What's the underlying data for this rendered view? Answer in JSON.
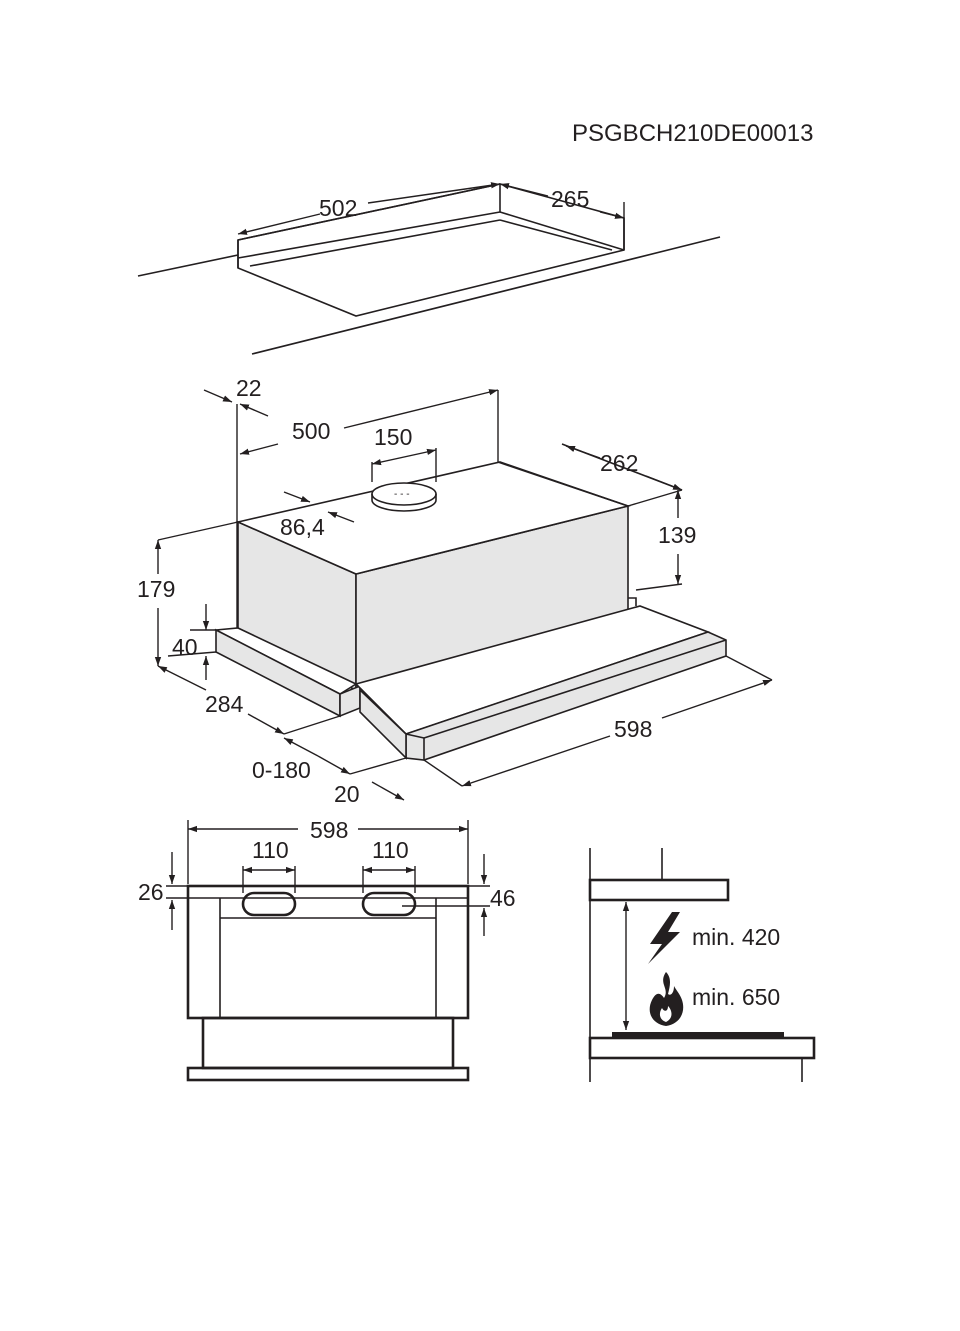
{
  "doc_code": "PSGBCH210DE00013",
  "cutout": {
    "width": "502",
    "depth": "265"
  },
  "hood_iso": {
    "top_width": "500",
    "duct_diameter": "150",
    "rear_offset": "22",
    "duct_offset": "86,4",
    "body_depth": "262",
    "body_height": "139",
    "total_height": "179",
    "tray_height": "40",
    "tray_depth": "284",
    "extension": "0-180",
    "front_lip": "20",
    "total_width": "598"
  },
  "front_view": {
    "width": "598",
    "slot_left": "110",
    "slot_right": "110",
    "offset_left": "26",
    "offset_right": "46"
  },
  "clearance": {
    "electric": "min. 420",
    "gas": "min. 650"
  },
  "icons": {
    "electric": "lightning-icon",
    "gas": "flame-icon"
  }
}
